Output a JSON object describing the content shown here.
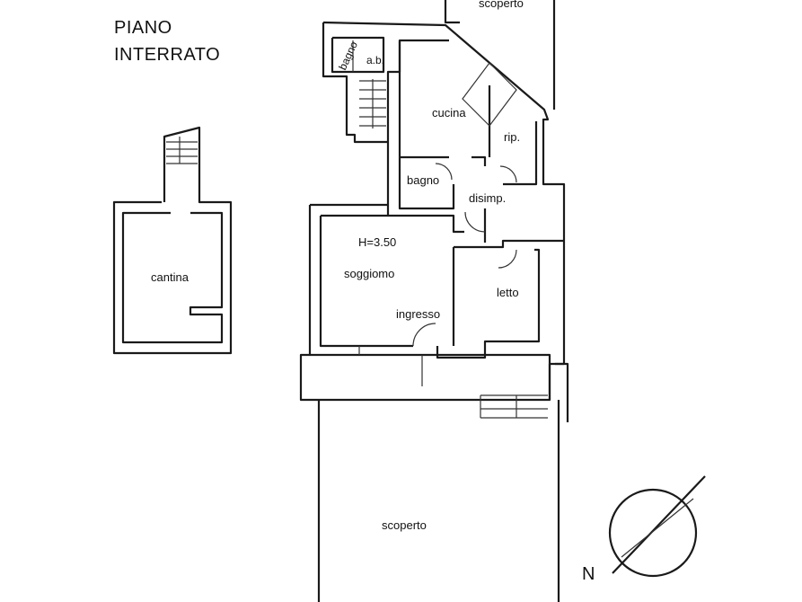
{
  "title": {
    "line1": "PIANO",
    "line2": "INTERRATO"
  },
  "rooms": {
    "scoperto_top": "scoperto",
    "bagno_small": "bagno",
    "ab": "a.b.",
    "cucina": "cucina",
    "rip": "rip.",
    "bagno": "bagno",
    "disimp": "disimp.",
    "height": "H=3.50",
    "soggiorno": "soggiomo",
    "ingresso": "ingresso",
    "letto": "letto",
    "cantina": "cantina",
    "scoperto_bottom": "scoperto"
  },
  "compass": {
    "label": "N"
  }
}
